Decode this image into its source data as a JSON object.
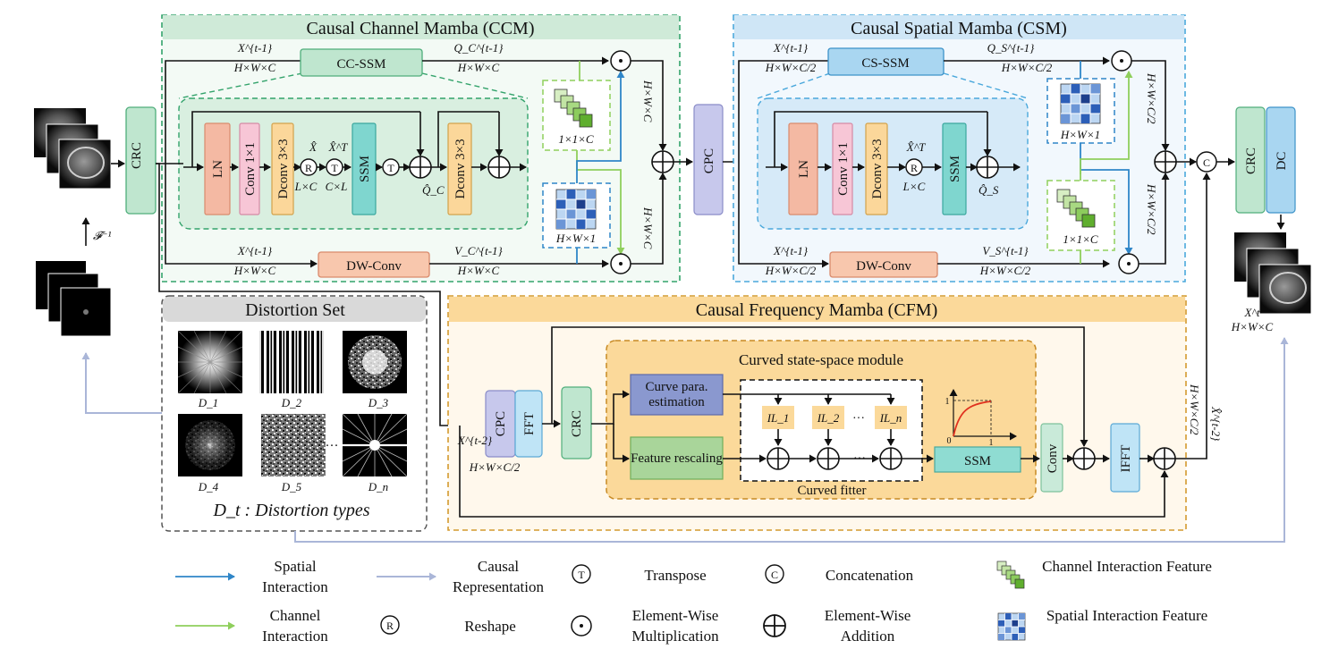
{
  "modules": {
    "ccm_title": "Causal Channel Mamba (CCM)",
    "csm_title": "Causal Spatial Mamba (CSM)",
    "cfm_title": "Causal Frequency Mamba (CFM)",
    "distortion_title": "Distortion Set",
    "curved_title": "Curved state-space module",
    "curved_fitter": "Curved fitter"
  },
  "blocks": {
    "crc": "CRC",
    "cpc": "CPC",
    "dc": "DC",
    "cc_ssm": "CC-SSM",
    "cs_ssm": "CS-SSM",
    "dw_conv": "DW-Conv",
    "ln": "LN",
    "conv1x1": "Conv 1×1",
    "dconv3x3": "Dconv 3×3",
    "ssm": "SSM",
    "fft": "FFT",
    "ifft": "IFFT",
    "conv": "Conv",
    "curve_para": "Curve para. estimation",
    "feature_rescaling": "Feature rescaling"
  },
  "symbols": {
    "transpose": "T",
    "reshape": "R",
    "concat": "C"
  },
  "labels": {
    "x_prev": "X^{t-1}",
    "hwc": "H×W×C",
    "hwc2": "H×W×C/2",
    "qc": "Q_C^{t-1}",
    "qs": "Q_S^{t-1}",
    "vc": "V_C^{t-1}",
    "vs": "V_S^{t-1}",
    "x_hat": "X̂",
    "x_hat_t": "X̂^T",
    "lxc": "L×C",
    "cxl": "C×L",
    "qc_hat": "Q̂_C",
    "qs_hat": "Q̂_S",
    "ch_feat_size": "1×1×C",
    "sp_feat_size": "H×W×1",
    "f_inv": "𝓕⁻¹",
    "x_t2": "X^{t-2}",
    "x_hat_t2": "X̂^{t-2}",
    "x_t": "X^t",
    "il1": "IL_1",
    "il2": "IL_2",
    "iln": "IL_n",
    "ellipsis": "···",
    "axis_one": "1",
    "axis_zero": "0",
    "d1": "D_1",
    "d2": "D_2",
    "d3": "D_3",
    "d4": "D_4",
    "d5": "D_5",
    "dn": "D_n",
    "dt_caption": "D_t : Distortion types"
  },
  "legend": {
    "spatial": "Spatial Interaction",
    "channel": "Channel Interaction",
    "causal": "Causal Representation",
    "reshape": "Reshape",
    "transpose": "Transpose",
    "elementwise_mult": "Element-Wise Multiplication",
    "concatenation": "Concatenation",
    "elementwise_add": "Element-Wise Addition",
    "channel_feature": "Channel Interaction Feature",
    "spatial_feature": "Spatial Interaction Feature"
  },
  "colors": {
    "ccm_bg": "#e7f4ea",
    "ccm_border": "#33a36b",
    "ccm_title_bg": "#cfead8",
    "csm_bg": "#eaf3fb",
    "csm_border": "#4aa8dc",
    "csm_title_bg": "#cfe6f6",
    "cfm_bg": "#fdf1dc",
    "cfm_border": "#d49a2e",
    "cfm_title_bg": "#fbd99a",
    "ln": "#f4b9a3",
    "conv1": "#f7c6d6",
    "dconv": "#fbd79a",
    "ssm": "#7fd6cf",
    "crc": "#bfe6cf",
    "cpc": "#c7c8ec",
    "fft": "#bfe4f6",
    "dc": "#a9d6f1",
    "spatial": "#2f86c8",
    "channel": "#8fcf5c",
    "causal": "#aab6d8"
  }
}
